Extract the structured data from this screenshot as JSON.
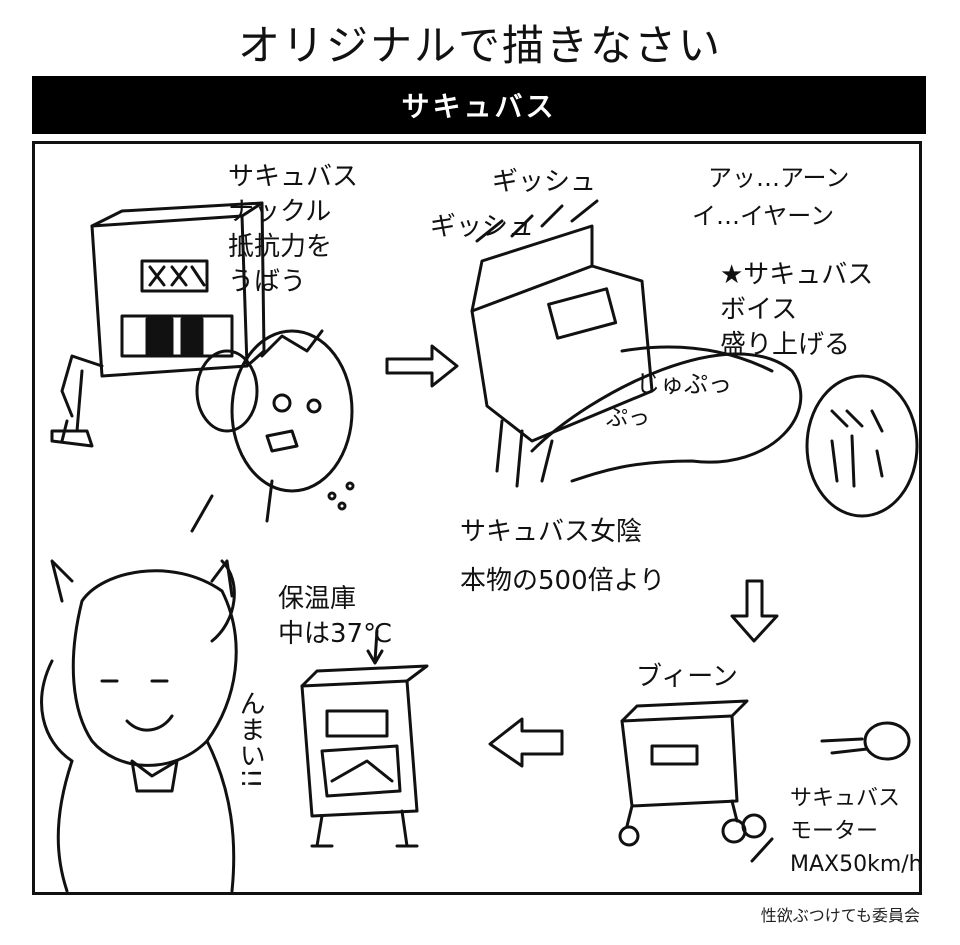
{
  "title": "オリジナルで描きなさい",
  "banner": "サキュバス",
  "bubbles": {
    "knuckle": "サキュバス\nナックル\n抵抗力を\nうばう",
    "voice": "★サキュバス\nボイス\n盛り上げる",
    "vagina": "サキュバス女陰\n本物の500倍より",
    "warmer": "保温庫\n中は37℃",
    "motor": "サキュバス\nモーター\nMAX50km/h"
  },
  "sfx": {
    "gissyu1": "ギッシュ",
    "gissyu2": "ギッシュ",
    "aan": "アッ…アーン",
    "iyaan": "イ…イヤーン",
    "jupu1": "じゅぷっ",
    "jupu2": "ぷっ",
    "buin": "ブィーン",
    "nmai": "んまい!!"
  },
  "footer": "性欲ぶつけても委員会"
}
